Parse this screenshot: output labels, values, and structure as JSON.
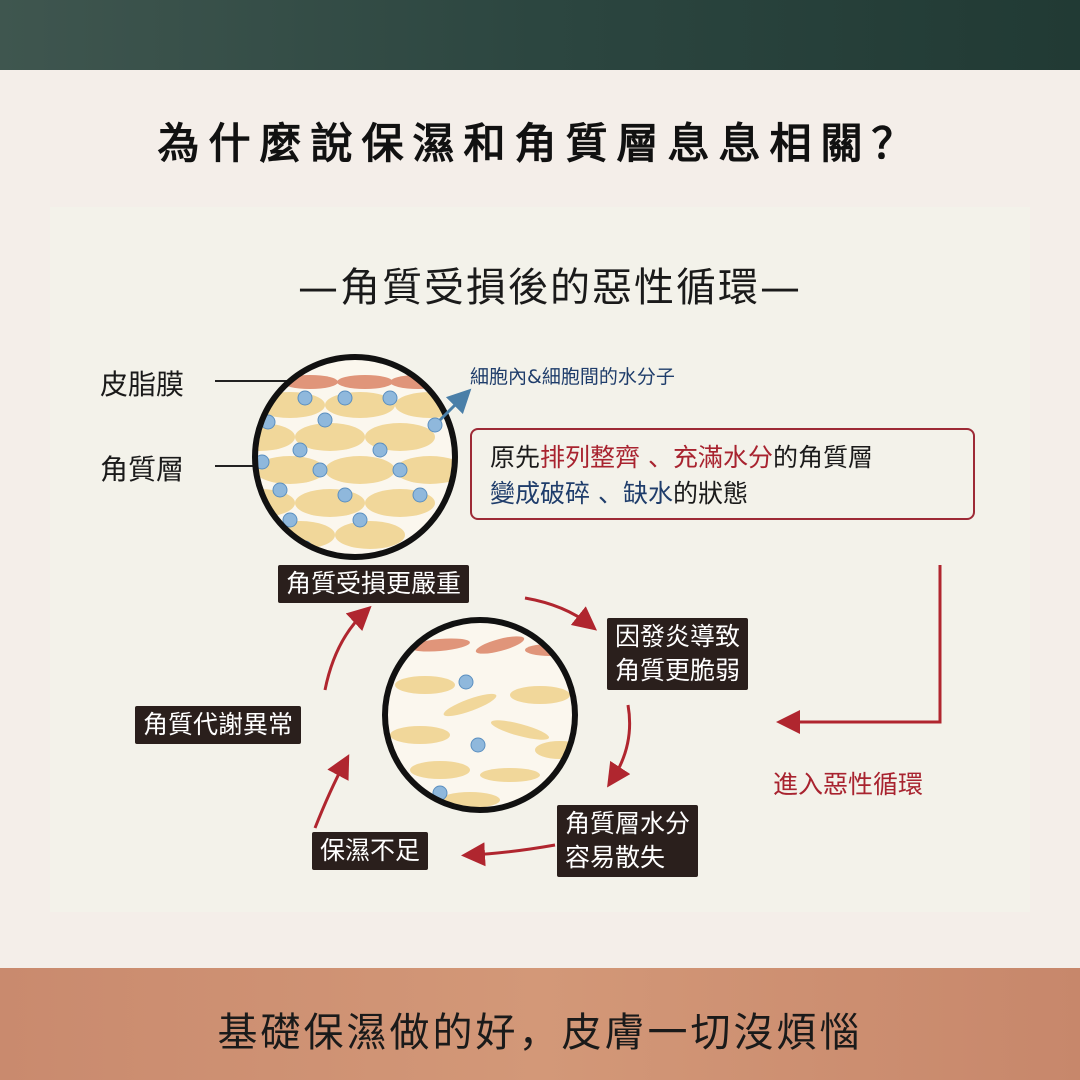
{
  "title": "為什麼說保濕和角質層息息相關？",
  "footer": "基礎保濕做的好，皮膚一切沒煩惱",
  "diagram": {
    "heading": "—角質受損後的惡性循環—",
    "label_sebum": "皮脂膜",
    "label_stratum": "角質層",
    "note": "細胞內&細胞間的水分子",
    "box": {
      "l1a": "原先",
      "l1b": "排列整齊 、充滿水分",
      "l1c": "的角質層",
      "l2a": "變成破碎 、缺水",
      "l2b": "的狀態"
    },
    "steps": [
      "角質受損更嚴重",
      "因發炎導致\n角質更脆弱",
      "角質層水分\n容易散失",
      "保濕不足",
      "角質代謝異常"
    ],
    "enter": "進入惡性循環"
  },
  "colors": {
    "accent_red": "#a8232f",
    "navy": "#1f3d6b",
    "step_bg": "#2a1f1c"
  }
}
